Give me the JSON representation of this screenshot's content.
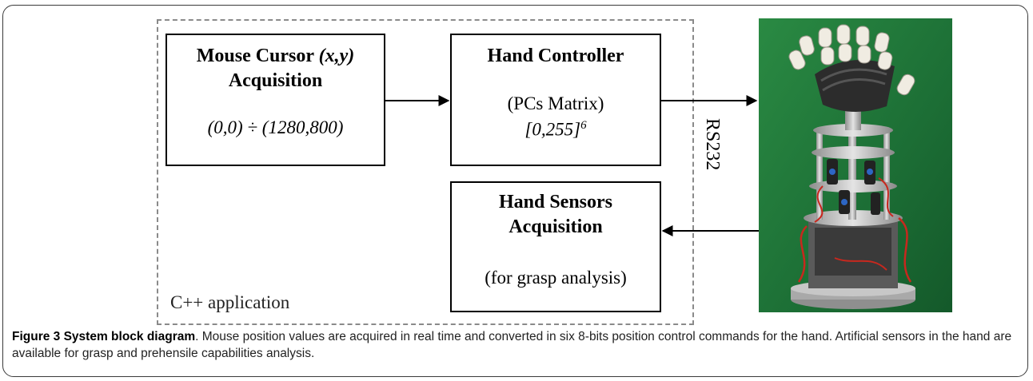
{
  "diagram": {
    "app_label": "C++ application",
    "mouse_block": {
      "title_a": "Mouse Cursor ",
      "title_b": "(x,y)",
      "title_c": "Acquisition",
      "range": "(0,0) ÷ (1280,800)"
    },
    "controller_block": {
      "title": "Hand Controller",
      "line1": "(PCs Matrix)",
      "line2": "[0,255]",
      "line2_sup": "6"
    },
    "sensors_block": {
      "title_a": "Hand Sensors",
      "title_b": "Acquisition",
      "note": "(for grasp analysis)"
    },
    "link_label": "RS232"
  },
  "caption": {
    "bold": "Figure 3 System block diagram",
    "text": ". Mouse position values are acquired in real time and converted in six 8-bits position control commands for the hand. Artificial sensors in the hand are available for grasp and prehensile capabilities analysis."
  },
  "colors": {
    "photo_background": "#1f7a3a",
    "wire": "#c8281e",
    "metal": "#b8b8b8"
  }
}
